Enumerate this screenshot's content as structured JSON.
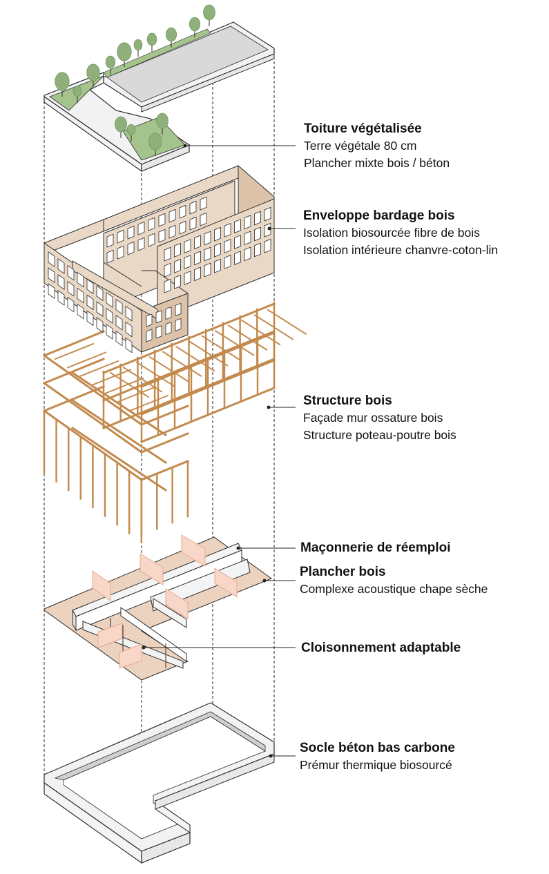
{
  "layers": [
    {
      "id": "roof",
      "title": "Toiture végétalisée",
      "lines": [
        "Terre végétale 80 cm",
        "Plancher mixte bois / béton"
      ]
    },
    {
      "id": "envelope",
      "title": "Enveloppe bardage bois",
      "lines": [
        "Isolation biosourcée fibre de bois",
        "Isolation intérieure chanvre-coton-lin"
      ]
    },
    {
      "id": "structure",
      "title": "Structure bois",
      "lines": [
        "Façade mur ossature bois",
        "Structure poteau-poutre bois"
      ]
    },
    {
      "id": "masonry",
      "title": "Maçonnerie de réemploi",
      "lines": []
    },
    {
      "id": "floor",
      "title": "Plancher bois",
      "lines": [
        "Complexe acoustique chape sèche"
      ]
    },
    {
      "id": "partition",
      "title": "Cloisonnement adaptable",
      "lines": []
    },
    {
      "id": "base",
      "title": "Socle béton bas carbone",
      "lines": [
        "Prémur thermique biosourcé"
      ]
    }
  ],
  "colors": {
    "outline": "#2b2b2b",
    "roof_gray": "#d9d9d9",
    "roof_side": "#f2f2f2",
    "green_bed": "#a5c48d",
    "tree": "#8fb07a",
    "tree_dark": "#6f9960",
    "envelope_face": "#ead8c6",
    "envelope_dark": "#dcc2a8",
    "window": "#ffffff",
    "timber": "#c38a4e",
    "timber_light": "#d9a873",
    "floor": "#ecd3bf",
    "wall_white": "#f4f4f4",
    "wall_pink": "#f8d6c8",
    "wall_pink_edge": "#e8a98f",
    "base_top": "#ffffff",
    "base_rim": "#d0d0d0"
  }
}
